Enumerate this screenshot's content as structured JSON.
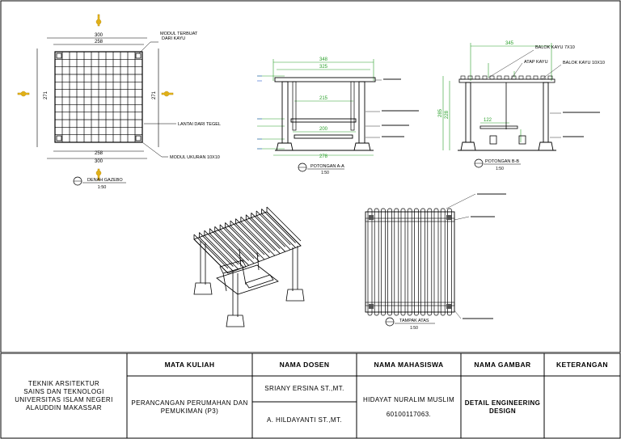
{
  "plan": {
    "title": "DENAH GAZEBO",
    "scale": "1:50",
    "dim_top_outer": "300",
    "dim_top_inner": "258",
    "dim_bottom_inner": "258",
    "dim_bottom_outer": "300",
    "dim_left": "271",
    "dim_right": "271",
    "note_roof": "MODUL TERBUAT\nDARI KAYU",
    "note_floor": "LANTAI DARI TEGEL",
    "note_module": "MODUL UKURAN 10X10"
  },
  "section_a": {
    "title": "POTONGAN A-A",
    "scale": "1:50",
    "dim_top_outer": "348",
    "dim_top_inner": "325",
    "dim_mid": "215",
    "dim_table": "200",
    "dim_base": "278"
  },
  "section_b": {
    "title": "POTONGAN B-B",
    "scale": "1:50",
    "dim_top": "345",
    "dim_mid": "122",
    "dim_h1": "285",
    "dim_h2": "228",
    "note_joist": "BALOK KAYU 7X10",
    "note_roof": "ATAP KAYU",
    "note_beam": "BALOK KAYU 10X10"
  },
  "top_view": {
    "title": "TAMPAK ATAS",
    "scale": "1:50"
  },
  "title_block": {
    "institution": "TEKNIK ARSITEKTUR\nSAINS DAN TEKNOLOGI\nUNIVERSITAS ISLAM NEGERI\nALAUDDIN MAKASSAR",
    "h_course": "MATA KULIAH",
    "h_lecturer": "NAMA DOSEN",
    "h_student": "NAMA MAHASISWA",
    "h_drawing": "NAMA GAMBAR",
    "h_notes": "KETERANGAN",
    "course": "PERANCANGAN PERUMAHAN DAN\nPEMUKIMAN (P3)",
    "lecturer_1": "SRIANY ERSINA ST.,MT.",
    "lecturer_2": "A.   HILDAYANTI ST.,MT.",
    "student_name": "HIDAYAT NURALIM MUSLIM",
    "student_id": "60100117063.",
    "drawing_name": "DETAIL ENGINEERING\nDESIGN",
    "notes": ""
  }
}
